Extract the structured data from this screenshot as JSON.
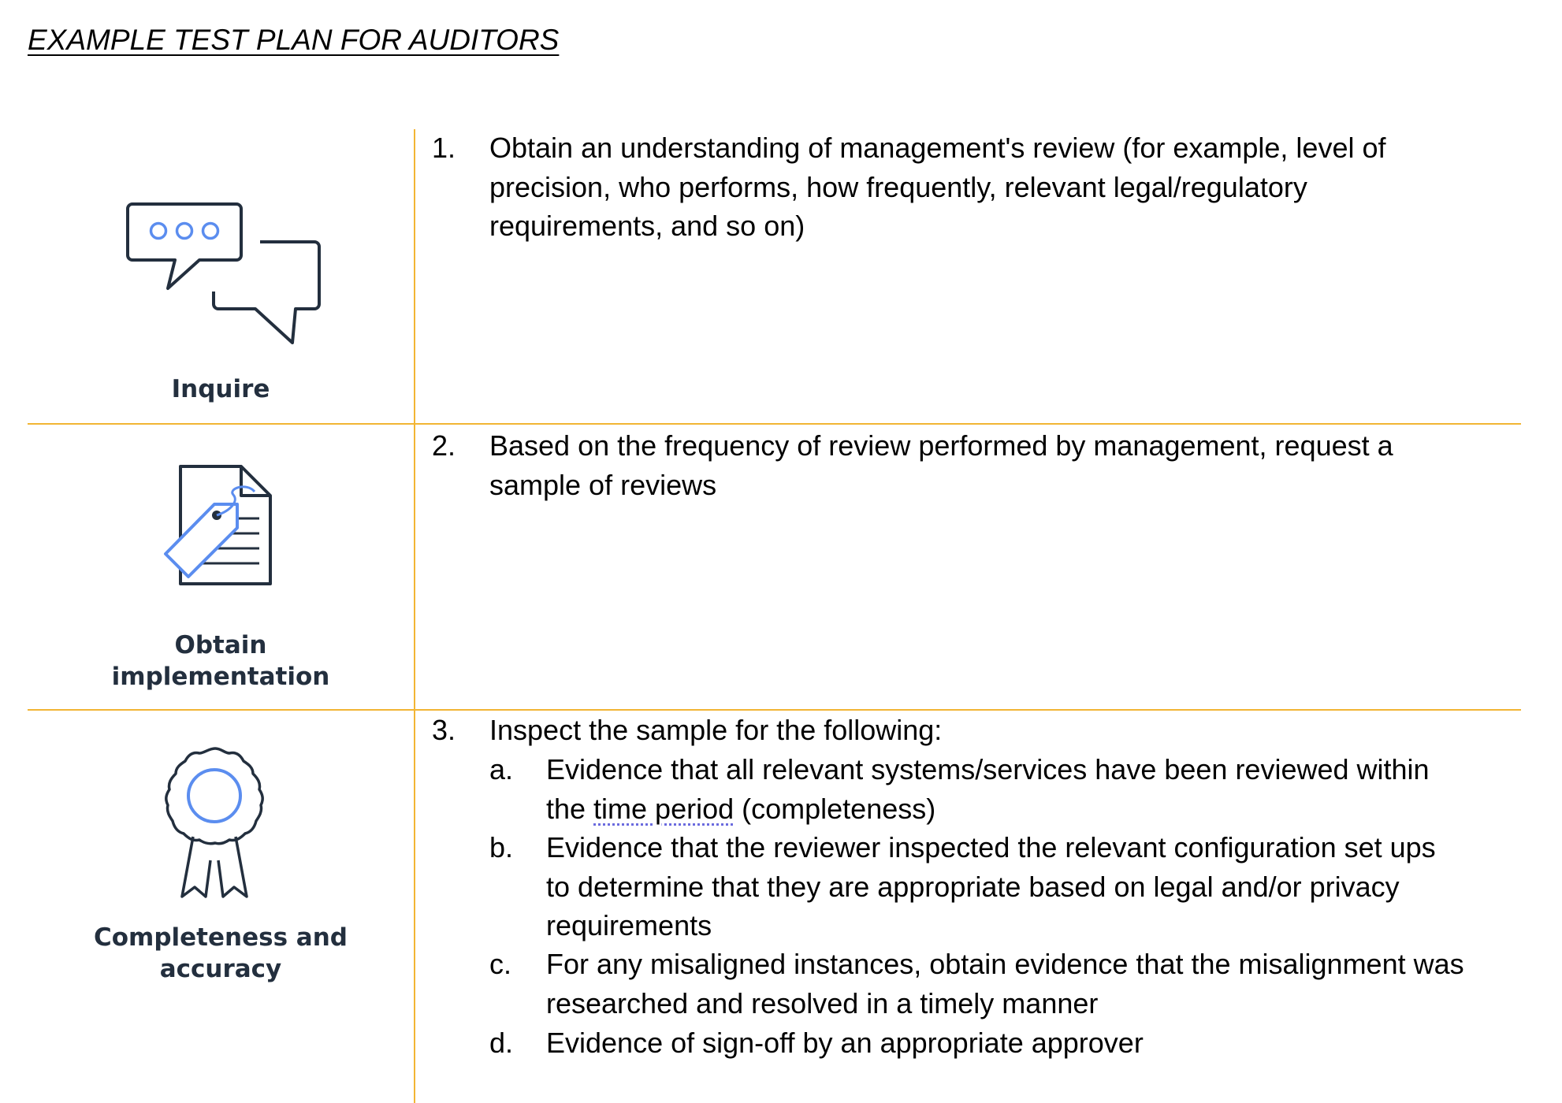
{
  "document": {
    "title": "EXAMPLE TEST PLAN FOR AUDITORS"
  },
  "colors": {
    "divider": "#f2b534",
    "icon_dark": "#232f3e",
    "icon_accent": "#5b8def",
    "label": "#232f3e"
  },
  "rows": [
    {
      "label": "Inquire",
      "icon": "chat-bubbles-icon",
      "number": "1.",
      "lines": [
        "Obtain an understanding of management's review (for example, level of",
        "precision, who performs, how frequently, relevant legal/regulatory",
        "requirements, and so on)"
      ]
    },
    {
      "label_lines": [
        "Obtain",
        "implementation"
      ],
      "icon": "document-tag-icon",
      "number": "2.",
      "lines": [
        "Based on the frequency of review performed by management, request a",
        "sample of reviews"
      ]
    },
    {
      "label_lines": [
        "Completeness and",
        "accuracy"
      ],
      "icon": "award-ribbon-icon",
      "number": "3.",
      "lines": [
        "Inspect the sample for the following:"
      ],
      "subitems": [
        {
          "letter": "a.",
          "lines": [
            "Evidence that all relevant systems/services have been reviewed within"
          ],
          "line2_prefix": "the ",
          "line2_marked": "time period",
          "line2_suffix": " (completeness)"
        },
        {
          "letter": "b.",
          "lines": [
            "Evidence that the reviewer inspected the relevant configuration set ups",
            "to determine that they are appropriate based on legal and/or privacy",
            "requirements"
          ]
        },
        {
          "letter": "c.",
          "lines": [
            "For any misaligned instances, obtain evidence that the misalignment was",
            "researched and resolved in a timely manner"
          ]
        },
        {
          "letter": "d.",
          "lines": [
            "Evidence of sign-off by an appropriate approver"
          ]
        }
      ]
    }
  ]
}
